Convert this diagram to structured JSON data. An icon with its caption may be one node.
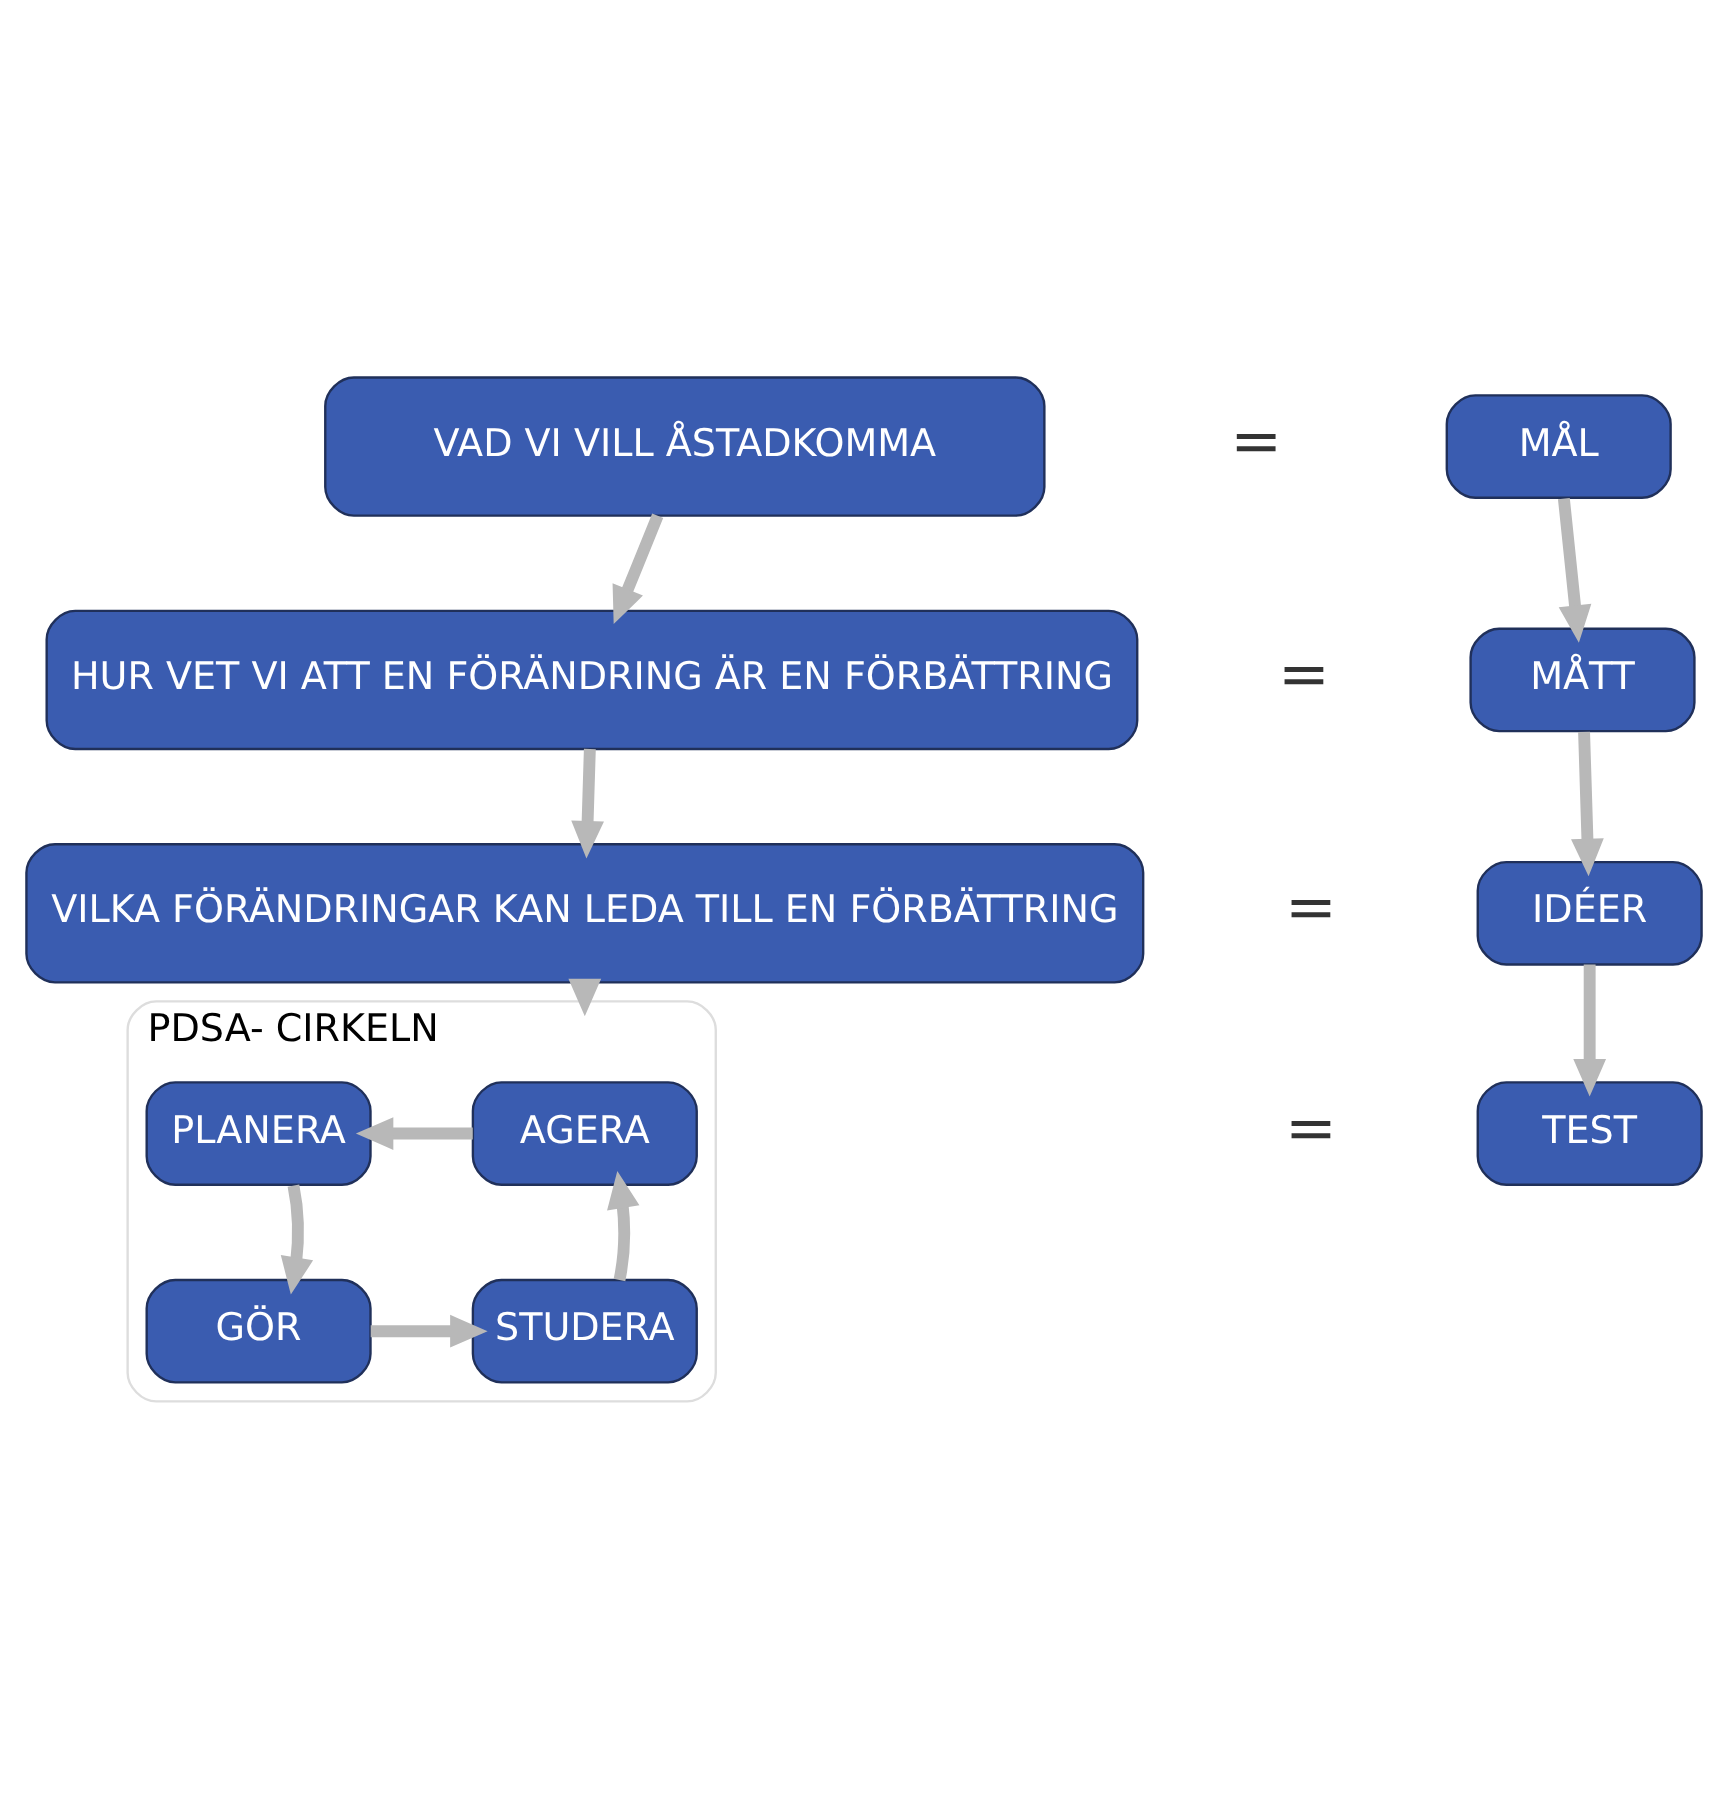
{
  "diagram": {
    "nodes": [
      {
        "text": [
          "VAD VI VILL ÅSTADKOMMA"
        ]
      },
      {
        "text": [
          "MÅL"
        ]
      },
      {
        "text": [
          "HUR VET VI ATT EN FÖRÄNDRING ÄR EN FÖRBÄTTRING"
        ]
      },
      {
        "text": [
          "MÅTT"
        ]
      },
      {
        "text": [
          "VILKA FÖRÄNDRINGAR KAN LEDA TILL EN FÖRBÄTTRING"
        ]
      },
      {
        "text": [
          "IDÉER"
        ]
      },
      {
        "text": [
          "PDSA- CIRKELN"
        ]
      },
      {
        "text": [
          "AGERA"
        ],
        "in": 6
      },
      {
        "text": [
          "PLANERA"
        ],
        "in": 6
      },
      {
        "text": [
          "STUDERA"
        ],
        "in": 6
      },
      {
        "text": [
          "GÖR"
        ],
        "in": 6
      },
      {
        "text": [
          "TEST"
        ]
      }
    ],
    "edges": [
      {
        "from": 0,
        "to": 2,
        "arrow": "to"
      },
      {
        "from": 2,
        "to": 4,
        "arrow": "to"
      },
      {
        "from": 4,
        "to": 6,
        "arrow": "to"
      },
      {
        "from": 1,
        "to": 3,
        "arrow": "to"
      },
      {
        "from": 3,
        "to": 5,
        "arrow": "to"
      },
      {
        "from": 5,
        "to": 11,
        "arrow": "to"
      },
      {
        "from": 7,
        "to": 8,
        "arrow": "to"
      },
      {
        "from": 8,
        "to": 10,
        "arrow": "to"
      },
      {
        "from": 10,
        "to": 9,
        "arrow": "to"
      },
      {
        "from": 9,
        "to": 7,
        "arrow": "to"
      }
    ],
    "labels": [
      "=",
      "=",
      "=",
      "="
    ]
  }
}
